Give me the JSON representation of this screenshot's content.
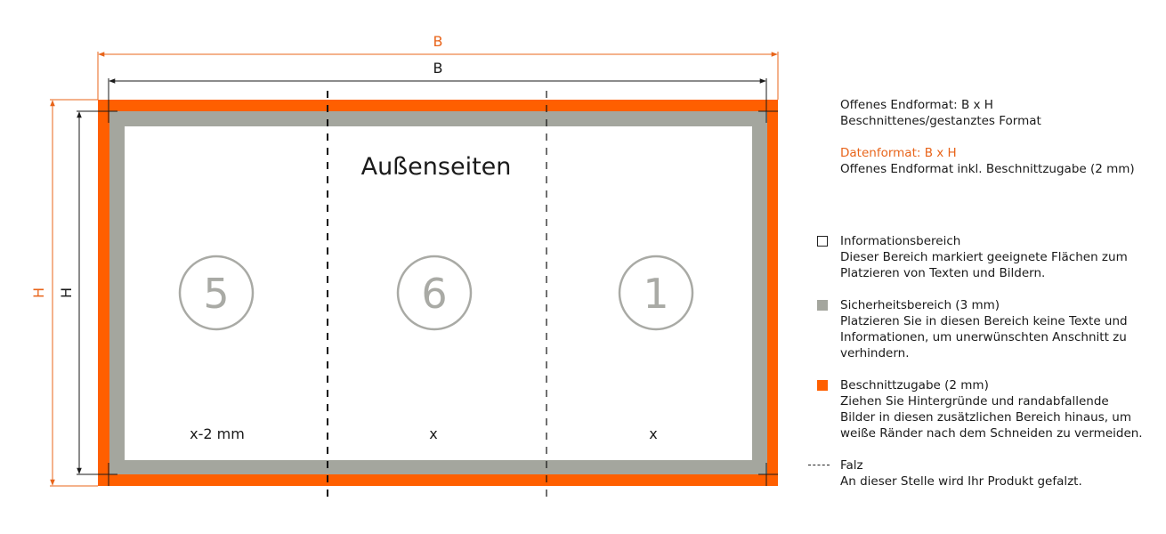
{
  "colors": {
    "bleed": "#ff5f00",
    "safety": "#a4a69e",
    "info": "#ffffff",
    "dimension_data": "#e8641a",
    "dimension_final": "#1a1a1a",
    "page_number": "#a9aaa5"
  },
  "diagram": {
    "title": "Außenseiten",
    "dimensions": {
      "data_width_label": "B",
      "final_width_label": "B",
      "data_height_label": "H",
      "final_height_label": "H"
    },
    "panels": [
      {
        "page_number": "5",
        "width_label": "x-2 mm"
      },
      {
        "page_number": "6",
        "width_label": "x"
      },
      {
        "page_number": "1",
        "width_label": "x"
      }
    ]
  },
  "legend": {
    "final_format": {
      "title": "Offenes Endformat: B x H",
      "description": "Beschnittenes/gestanztes Format"
    },
    "data_format": {
      "title": "Datenformat: B x H",
      "description": "Offenes Endformat inkl. Beschnittzugabe (2 mm)"
    },
    "items": [
      {
        "swatch": "white-square-outline",
        "title": "Informationsbereich",
        "description": "Dieser Bereich markiert geeignete Flächen zum\nPlatzieren von Texten und Bildern."
      },
      {
        "swatch": "gray-square",
        "title": "Sicherheitsbereich (3 mm)",
        "description": "Platzieren Sie in diesen Bereich keine Texte und\nInformationen, um unerwünschten Anschnitt zu\nverhindern."
      },
      {
        "swatch": "orange-square",
        "title": "Beschnittzugabe (2 mm)",
        "description": "Ziehen Sie Hintergründe und randabfallende\nBilder in diesen zusätzlichen Bereich hinaus, um\nweiße Ränder nach dem Schneiden zu vermeiden."
      },
      {
        "swatch": "dashed-line",
        "title": "Falz",
        "description": "An dieser Stelle wird Ihr Produkt gefalzt."
      }
    ]
  }
}
